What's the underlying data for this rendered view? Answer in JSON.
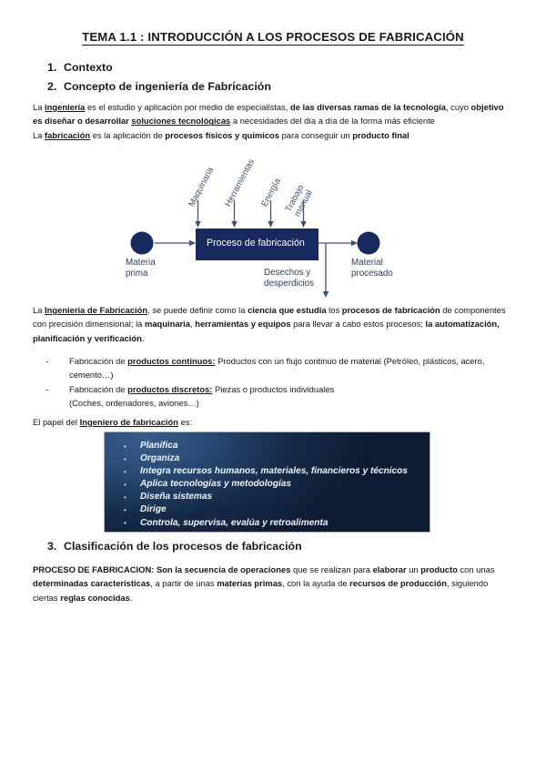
{
  "document": {
    "title": "TEMA 1.1 : INTRODUCCIÓN A LOS PROCESOS  DE FABRICACIÓN",
    "outline": [
      {
        "number": "1.",
        "label": "Contexto"
      },
      {
        "number": "2.",
        "label": "Concepto de ingeniería de Fabricación"
      }
    ],
    "section3": {
      "number": "3.",
      "label": "Clasificación de los procesos de fabricación"
    }
  },
  "paragraphs": {
    "ingenieria_html": "La <u><b>ingeniería</b></u> es el estudio y aplicación por medio de especialistas, <b>de las  diversas ramas  de la tecnología</b>, cuyo <b>objetivo es diseñar o desarrollar</b> <u><b>soluciones tecnológicas</b></u> a necesidades del día a día de la forma más eficiente<br>La <u><b>fabricación</b></u> es la aplicación de <b>procesos físicos y químicos</b> para conseguir un <b>producto final</b>",
    "ingenieria_fabricacion_html": "La <u><b>Ingeniería de Fabricación</b></u>, se puede definir como la <b>ciencia que estudia</b> los <b>procesos de fabricación</b> de componentes con precisión dimensional; la <b>maquinaria</b>, <b>herramientas y  equipos</b> para llevar a cabo estos procesos; <b>la automatización, planificación y verificación</b>.",
    "papel_html": "El papel del <u><b>Ingeniero de fabricación</b></u>  es:",
    "proceso_html": "<b>PROCESO DE FABRICACION:</b> <b>Son la secuencia de operaciones</b> que se realizan para <b>elaborar</b> un <b>producto</b> con unas <b>determinadas características</b>, a partir de unas <b>materias primas</b>, con la ayuda de <b>recursos de producción</b>, siguiendo ciertas <b>reglas conocidas</b>."
  },
  "product_types": [
    {
      "marker": "-",
      "html": "Fabricación de <u><b>productos continuos:</b></u> Productos con un flujo continuo de material (Petróleo, plásticos, acero, cemento…)"
    },
    {
      "marker": "-",
      "html": "Fabricación de <u><b>productos discretos:</b></u> Piezas o productos individuales<br>(Coches, ordenadores, aviones…)"
    }
  ],
  "diagram": {
    "process_box_label": "Proceso de fabricación",
    "inputs": [
      "Maquinaria",
      "Herramientas",
      "Energía",
      "Trabajo manual"
    ],
    "input_trabajo_manual_lines": [
      "Trabajo",
      "manual"
    ],
    "source_node": {
      "line1": "Materia",
      "line2": "prima"
    },
    "target_node": {
      "line1": "Material",
      "line2": "procesado"
    },
    "waste_output": {
      "line1": "Desechos y",
      "line2": "desperdicios"
    },
    "colors": {
      "box_fill": "#17295e",
      "node_fill": "#17295e",
      "arrow": "#3d5272",
      "label_text": "#3f5470",
      "box_text": "#ffffff"
    }
  },
  "engineer_role_panel": {
    "items": [
      "Planifica",
      "Organiza",
      "Integra recursos humanos, materiales, financieros y técnicos",
      "Aplica tecnologías y metodologías",
      "Diseña sistemas",
      "Dirige",
      "Controla, supervisa, evalúa y retroalimenta"
    ],
    "colors": {
      "gradient_light": "#385d8c",
      "gradient_dark": "#0d1b32",
      "text": "#f2f5f9"
    }
  }
}
